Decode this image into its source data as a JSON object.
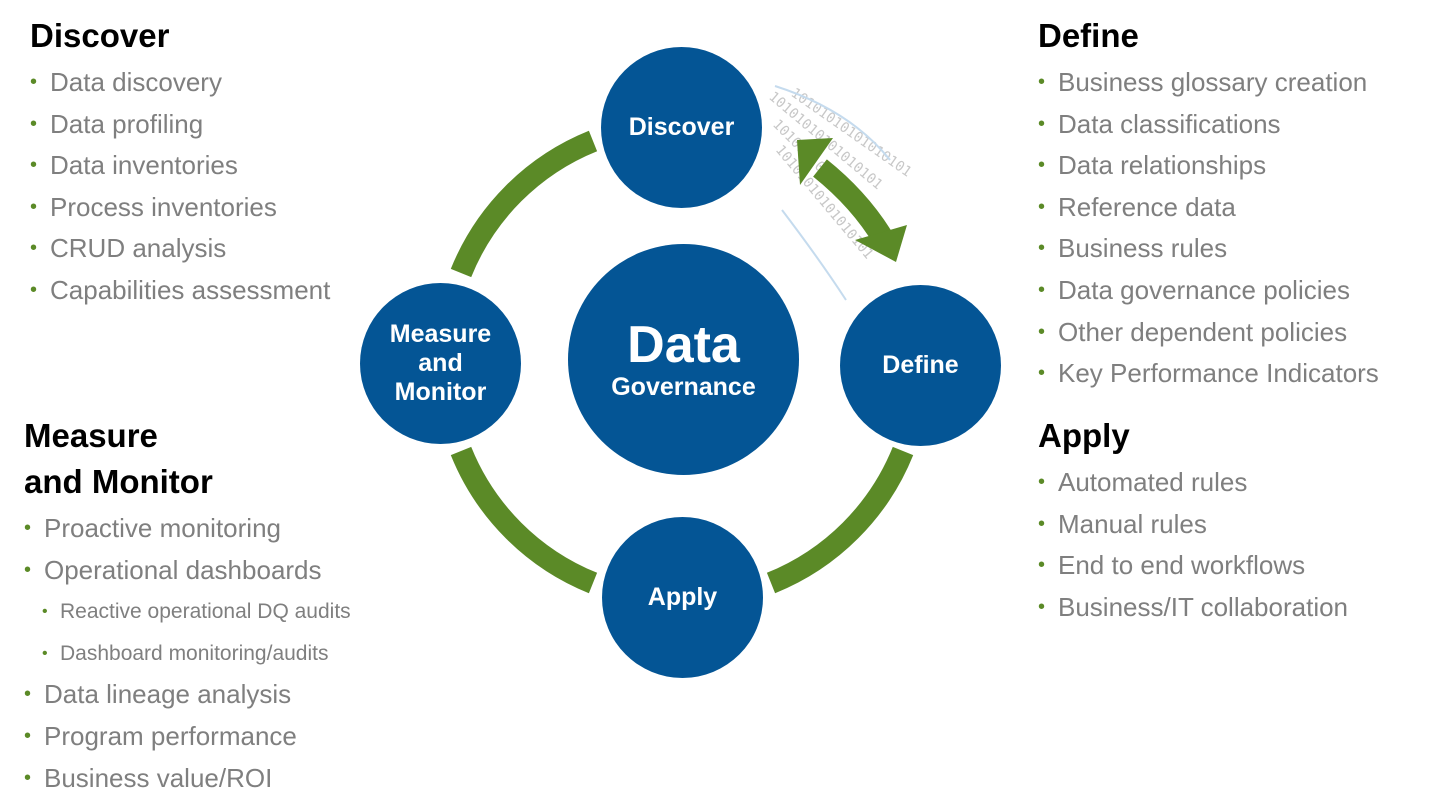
{
  "colors": {
    "node": "#045595",
    "accent": "#5b8a27",
    "text": "#7f7f7f"
  },
  "center": {
    "title": "Data",
    "subtitle": "Governance"
  },
  "nodes": {
    "discover": "Discover",
    "define": "Define",
    "apply": "Apply",
    "measure": [
      "Measure",
      "and",
      "Monitor"
    ]
  },
  "binary": "10101010101010101",
  "discover": {
    "heading": "Discover",
    "items": [
      "Data discovery",
      "Data profiling",
      "Data inventories",
      "Process inventories",
      "CRUD analysis",
      "Capabilities assessment"
    ]
  },
  "measure": {
    "heading_line1": "Measure",
    "heading_line2": "and Monitor",
    "items": [
      "Proactive monitoring",
      "Operational dashboards"
    ],
    "sub_items": [
      "Reactive operational DQ audits",
      "Dashboard monitoring/audits"
    ],
    "items_after": [
      "Data lineage analysis",
      "Program performance",
      "Business value/ROI"
    ]
  },
  "define": {
    "heading": "Define",
    "items": [
      "Business glossary creation",
      "Data classifications",
      "Data relationships",
      "Reference data",
      "Business rules",
      "Data governance policies",
      "Other dependent policies",
      "Key Performance Indicators"
    ]
  },
  "apply": {
    "heading": "Apply",
    "items": [
      "Automated rules",
      "Manual rules",
      "End to end workflows",
      "Business/IT collaboration"
    ]
  }
}
